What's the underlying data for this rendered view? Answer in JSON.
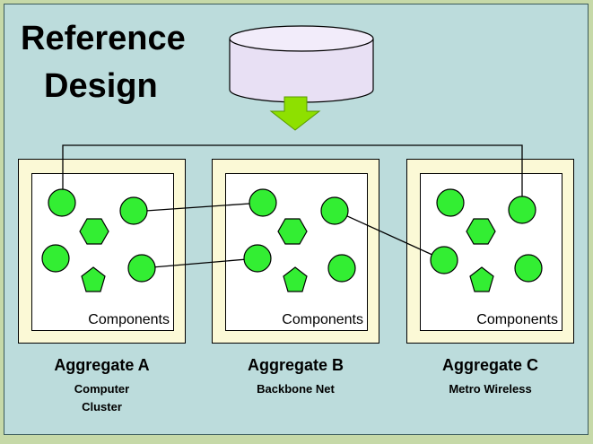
{
  "title_line1": "Reference",
  "title_line2": "Design",
  "component_label": "Components",
  "aggregates": [
    {
      "name": "Aggregate A",
      "subtitle_line1": "Computer",
      "subtitle_line2": "Cluster"
    },
    {
      "name": "Aggregate B",
      "subtitle_line1": "Backbone Net",
      "subtitle_line2": ""
    },
    {
      "name": "Aggregate C",
      "subtitle_line1": "Metro Wireless",
      "subtitle_line2": ""
    }
  ],
  "colors": {
    "node_fill": "#33ee33",
    "cylinder_fill": "#e8e0f4",
    "arrow_fill": "#8ee000",
    "aggregate_bg": "#fbf9d6",
    "slide_bg": "#bcdcdc"
  }
}
